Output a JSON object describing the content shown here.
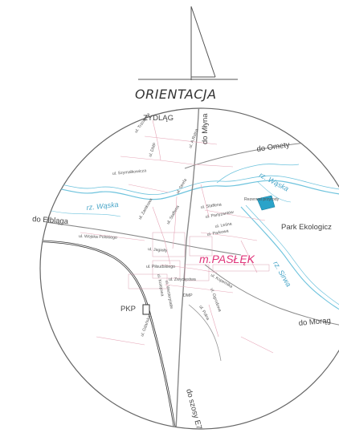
{
  "map": {
    "title": "ORIENTACJA",
    "town_label": "m.PASŁĘK",
    "places": {
      "zydlag": "ZYDLĄG",
      "park": "Park Ekologicz",
      "pkp": "PKP",
      "do_ometu": "do Omety",
      "do_elblaga": "do Elbląga",
      "do_moragu": "do Morąg",
      "do_szosy": "do szosy E7",
      "do_mlynu": "do Młyna"
    },
    "rivers": {
      "waska_left": "rz. Wąska",
      "waska_right": "rz. Wąska",
      "sirwa": "rz. Sirwa"
    },
    "streets": {
      "dmp": "ul. DMP",
      "trzcianka": "ul. Trzcianka",
      "rolna": "ul. A.Rolna",
      "szymalkowa": "ul. Szymałkowicza",
      "zamkowa": "ul. Zamkowa",
      "strefa": "ul. Strefa",
      "staffena": "ul. Staffena",
      "partyzantow": "ul. Partyzantów",
      "lesna": "ul. Leśna",
      "parkowa": "ul. Parkowa",
      "polsko_pol": "ul. Wojska Polskiego",
      "jagiely": "ul. Jagiełły",
      "pilsudskiego": "ul. Piłsudskiego",
      "zwycięstwa": "ul. Zwycięstwa",
      "kopernika": "ul. Kopernika",
      "dmp2": "DMP",
      "polna": "ul. Polna",
      "gdanska": "ul. Gdańska",
      "kolejowa": "ul. Kolejowa",
      "westerplatte": "ul. Westerplatte",
      "dluga": "ul. Długa",
      "ogrodowa": "ul. Ogrodowa"
    },
    "park_note": "Rezerwat przyrody"
  }
}
